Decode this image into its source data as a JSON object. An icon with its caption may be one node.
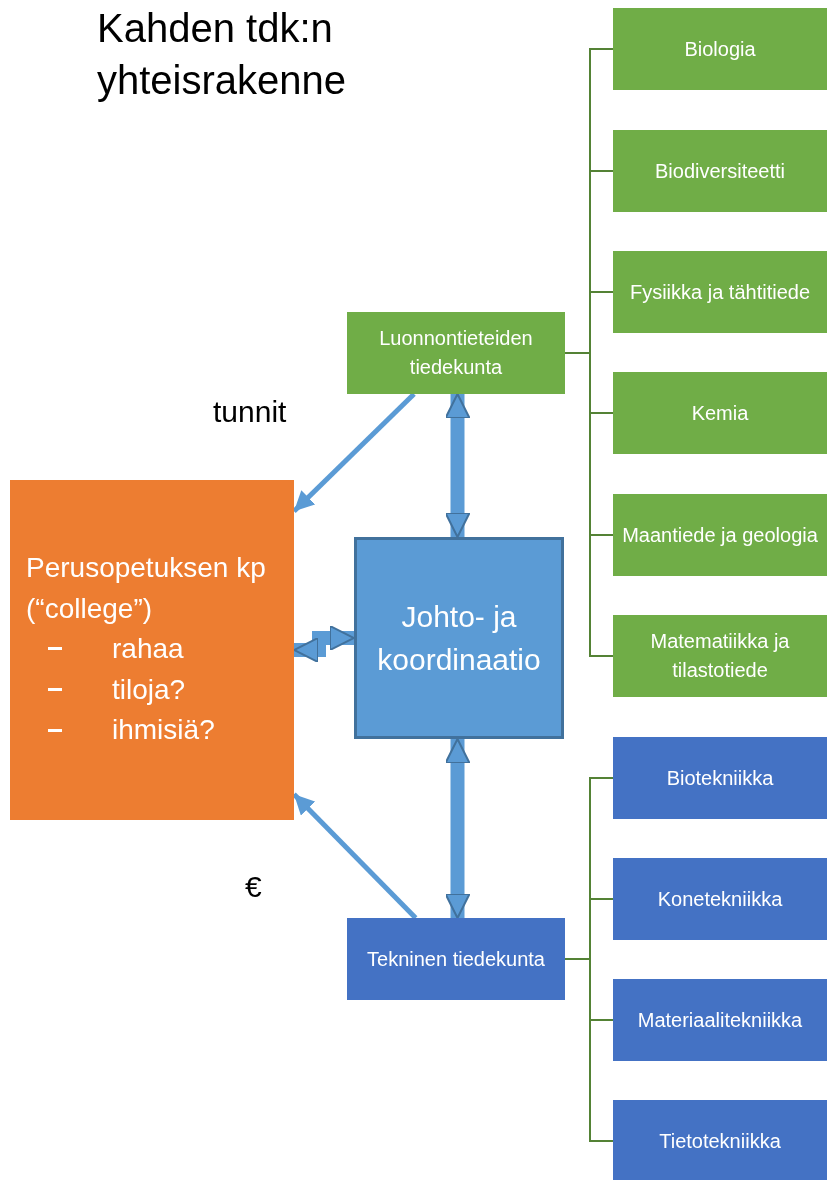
{
  "diagram": {
    "title": "Kahden tdk:n yhteisrakenne",
    "nodes": [
      {
        "text": [
          "Luonnontieteiden tiedekunta"
        ]
      },
      {
        "text": [
          "Biologia"
        ]
      },
      {
        "text": [
          "Biodiversiteetti"
        ]
      },
      {
        "text": [
          "Fysiikka ja tähtitiede"
        ]
      },
      {
        "text": [
          "Kemia"
        ]
      },
      {
        "text": [
          "Maantiede ja geologia"
        ]
      },
      {
        "text": [
          "Matematiikka ja tilastotiede"
        ]
      },
      {
        "text": [
          "Perusopetuksen kp (“college”)",
          "rahaa",
          "tiloja?",
          "ihmisiä?"
        ]
      },
      {
        "text": [
          "Johto- ja koordinaatio"
        ]
      },
      {
        "text": [
          "Tekninen tiedekunta"
        ]
      },
      {
        "text": [
          "Biotekniikka"
        ]
      },
      {
        "text": [
          "Konetekniikka"
        ]
      },
      {
        "text": [
          "Materiaalitekniikka"
        ]
      },
      {
        "text": [
          "Tietotekniikka"
        ]
      }
    ],
    "edges": [
      {
        "from": 0,
        "to": 1,
        "arrow": "none"
      },
      {
        "from": 0,
        "to": 2,
        "arrow": "none"
      },
      {
        "from": 0,
        "to": 3,
        "arrow": "none"
      },
      {
        "from": 0,
        "to": 4,
        "arrow": "none"
      },
      {
        "from": 0,
        "to": 5,
        "arrow": "none"
      },
      {
        "from": 0,
        "to": 6,
        "arrow": "none"
      },
      {
        "from": 9,
        "to": 10,
        "arrow": "none"
      },
      {
        "from": 9,
        "to": 11,
        "arrow": "none"
      },
      {
        "from": 9,
        "to": 12,
        "arrow": "none"
      },
      {
        "from": 9,
        "to": 13,
        "arrow": "none"
      },
      {
        "from": 0,
        "to": 7,
        "arrow": "to",
        "label": "tunnit",
        "style": "thick",
        "color": "#5b9bd5"
      },
      {
        "from": 9,
        "to": 7,
        "arrow": "to",
        "label": "€",
        "style": "thick",
        "color": "#5b9bd5"
      },
      {
        "from": 0,
        "to": 8,
        "arrow": "both",
        "style": "thick",
        "color": "#5b9bd5"
      },
      {
        "from": 8,
        "to": 9,
        "arrow": "both",
        "style": "thick",
        "color": "#5b9bd5"
      },
      {
        "from": 7,
        "to": 8,
        "arrow": "both",
        "style": "thick",
        "color": "#5b9bd5"
      }
    ]
  }
}
